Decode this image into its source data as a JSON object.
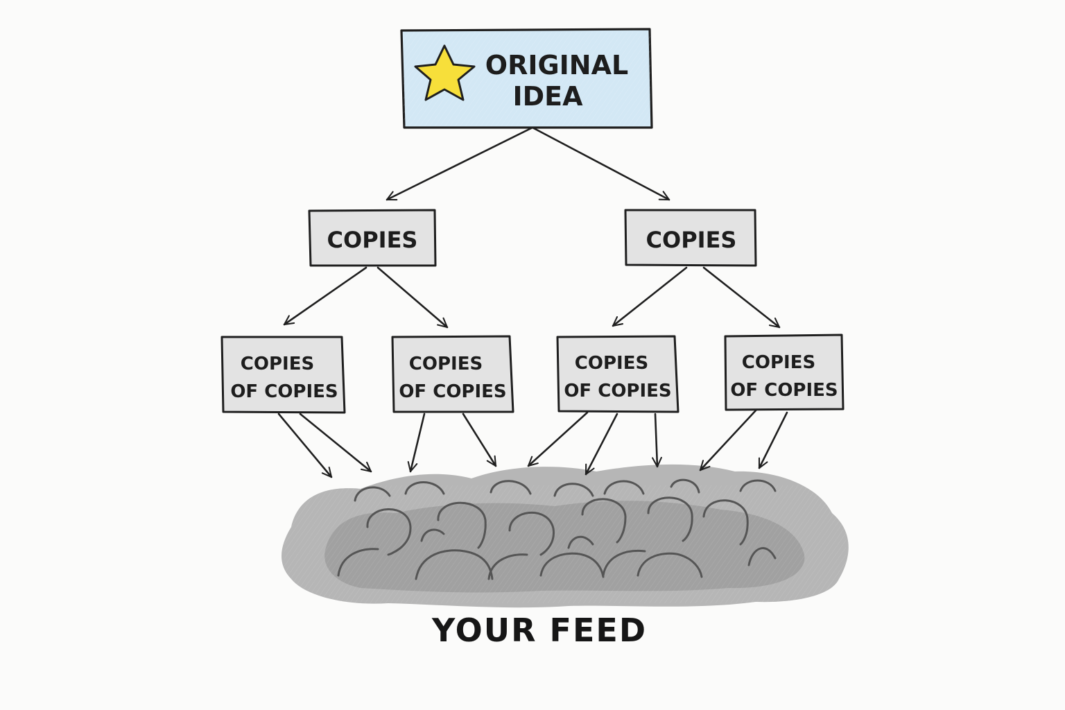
{
  "root": {
    "line1": "ORIGINAL",
    "line2": "IDEA",
    "icon": "star-icon",
    "fill": "#d3e8f5",
    "star_color": "#f7df3a"
  },
  "copies": [
    {
      "label": "COPIES"
    },
    {
      "label": "COPIES"
    }
  ],
  "copies_of_copies": [
    {
      "line1": "COPIES",
      "line2": "OF COPIES"
    },
    {
      "line1": "COPIES",
      "line2": "OF COPIES"
    },
    {
      "line1": "COPIES",
      "line2": "OF COPIES"
    },
    {
      "line1": "COPIES",
      "line2": "OF COPIES"
    }
  ],
  "crowd": {
    "icon": "crowd-icon",
    "color": "#8a8a8a"
  },
  "feed_label": "YOUR FEED",
  "box_fill": "#e3e3e3",
  "stroke_color": "#1f1f1f"
}
